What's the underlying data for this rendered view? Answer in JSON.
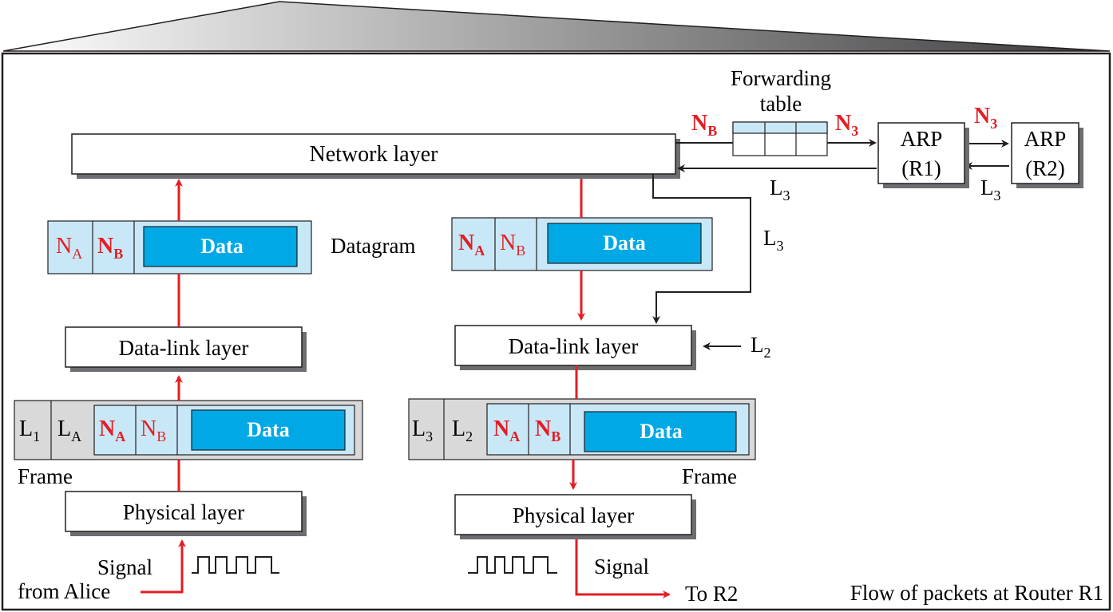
{
  "colors": {
    "red": "#e31e24",
    "black": "#231f20",
    "data_fill": "#00a9e6",
    "header_fill": "#c9e8f7",
    "grey_fill": "#d9d9da",
    "shadow": "#6d6e71",
    "roof_dark": "#3a3a3c",
    "roof_light": "#ffffff"
  },
  "icons": [
    "square-wave-signal-icon",
    "arrow-icon"
  ],
  "network_layer": {
    "label": "Network layer"
  },
  "forwarding_table": {
    "title_line1": "Forwarding",
    "title_line2": "table"
  },
  "arp_r1": {
    "line1": "ARP",
    "line2": "(R1)"
  },
  "arp_r2": {
    "line1": "ARP",
    "line2": "(R2)"
  },
  "labels": {
    "nb_main": "N",
    "nb_sub": "B",
    "n3_main": "N",
    "n3_sub": "3",
    "l_main": "L",
    "l3_sub": "3",
    "l2_sub": "2",
    "l1_sub": "1",
    "la_sub": "A"
  },
  "datagram": {
    "label": "Datagram",
    "data": "Data",
    "na_main": "N",
    "na_sub": "A",
    "nb_main": "N",
    "nb_sub": "B"
  },
  "left": {
    "datalink": "Data-link layer",
    "physical": "Physical layer",
    "frame_label": "Frame",
    "signal": "Signal",
    "from_alice": "from Alice"
  },
  "right": {
    "datalink": "Data-link layer",
    "physical": "Physical layer",
    "frame_label": "Frame",
    "signal": "Signal",
    "to_r2": "To R2"
  },
  "caption": "Flow of packets at Router R1"
}
